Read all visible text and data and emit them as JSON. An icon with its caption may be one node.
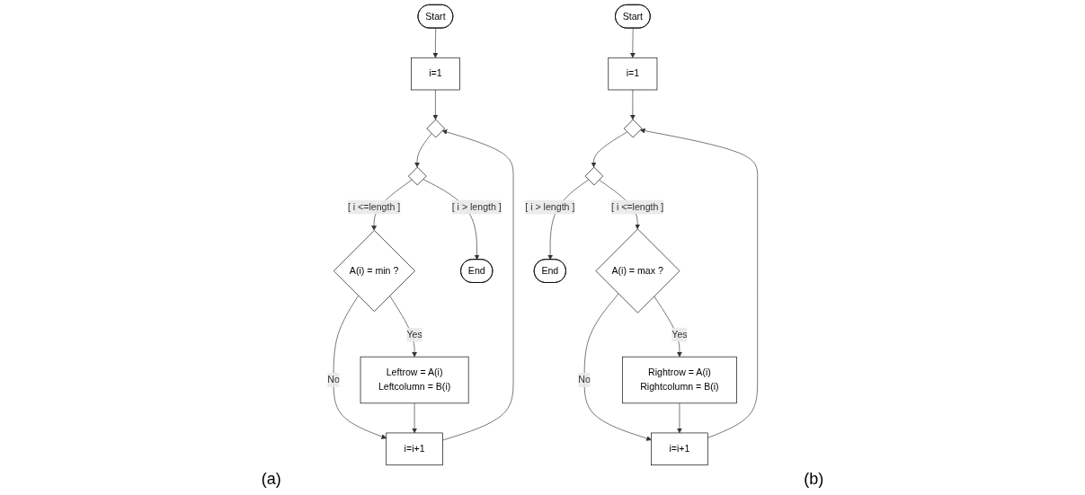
{
  "diagram": {
    "nodes": [
      {
        "text": [
          "Start"
        ]
      },
      {
        "text": [
          "i=1"
        ]
      },
      {
        "text": [],
        "shape": "diamond"
      },
      {
        "text": [
          "i=i+1"
        ]
      },
      {
        "text": [
          "Leftrow = A(i)",
          "Leftcolumn = B(i)"
        ]
      },
      {
        "text": [],
        "shape": "diamond"
      },
      {
        "text": [
          "A(i) = min ?"
        ]
      },
      {
        "text": [
          "End"
        ]
      },
      {
        "text": [
          "Start"
        ]
      },
      {
        "text": [
          "i=1"
        ]
      },
      {
        "text": [],
        "shape": "diamond"
      },
      {
        "text": [
          "i=i+1"
        ]
      },
      {
        "text": [
          "Rightrow = A(i)",
          "Rightcolumn = B(i)"
        ]
      },
      {
        "text": [],
        "shape": "diamond"
      },
      {
        "text": [
          "A(i) = max ?"
        ]
      },
      {
        "text": [
          "End"
        ]
      }
    ],
    "edges": [
      {
        "from": 0,
        "to": 1,
        "arrow": "to"
      },
      {
        "from": 1,
        "to": 2,
        "arrow": "to"
      },
      {
        "from": 2,
        "to": 5,
        "arrow": "to"
      },
      {
        "from": 5,
        "to": 6,
        "arrow": "to",
        "label": "[ i <=length ]"
      },
      {
        "from": 5,
        "to": 7,
        "arrow": "to",
        "label": "[ i > length ]"
      },
      {
        "from": 6,
        "to": 4,
        "arrow": "to",
        "label": "Yes"
      },
      {
        "from": 6,
        "to": 3,
        "arrow": "to",
        "label": "No"
      },
      {
        "from": 4,
        "to": 3,
        "arrow": "to"
      },
      {
        "from": 3,
        "to": 2,
        "arrow": "to"
      },
      {
        "from": 8,
        "to": 9,
        "arrow": "to"
      },
      {
        "from": 9,
        "to": 10,
        "arrow": "to"
      },
      {
        "from": 10,
        "to": 13,
        "arrow": "to"
      },
      {
        "from": 13,
        "to": 14,
        "arrow": "to",
        "label": "[ i <=length ]"
      },
      {
        "from": 13,
        "to": 15,
        "arrow": "to",
        "label": "[ i > length ]"
      },
      {
        "from": 14,
        "to": 12,
        "arrow": "to",
        "label": "Yes"
      },
      {
        "from": 14,
        "to": 11,
        "arrow": "to",
        "label": "No"
      },
      {
        "from": 12,
        "to": 11,
        "arrow": "to"
      },
      {
        "from": 11,
        "to": 10,
        "arrow": "to"
      }
    ],
    "labels": [
      "(a)",
      "(b)"
    ]
  }
}
